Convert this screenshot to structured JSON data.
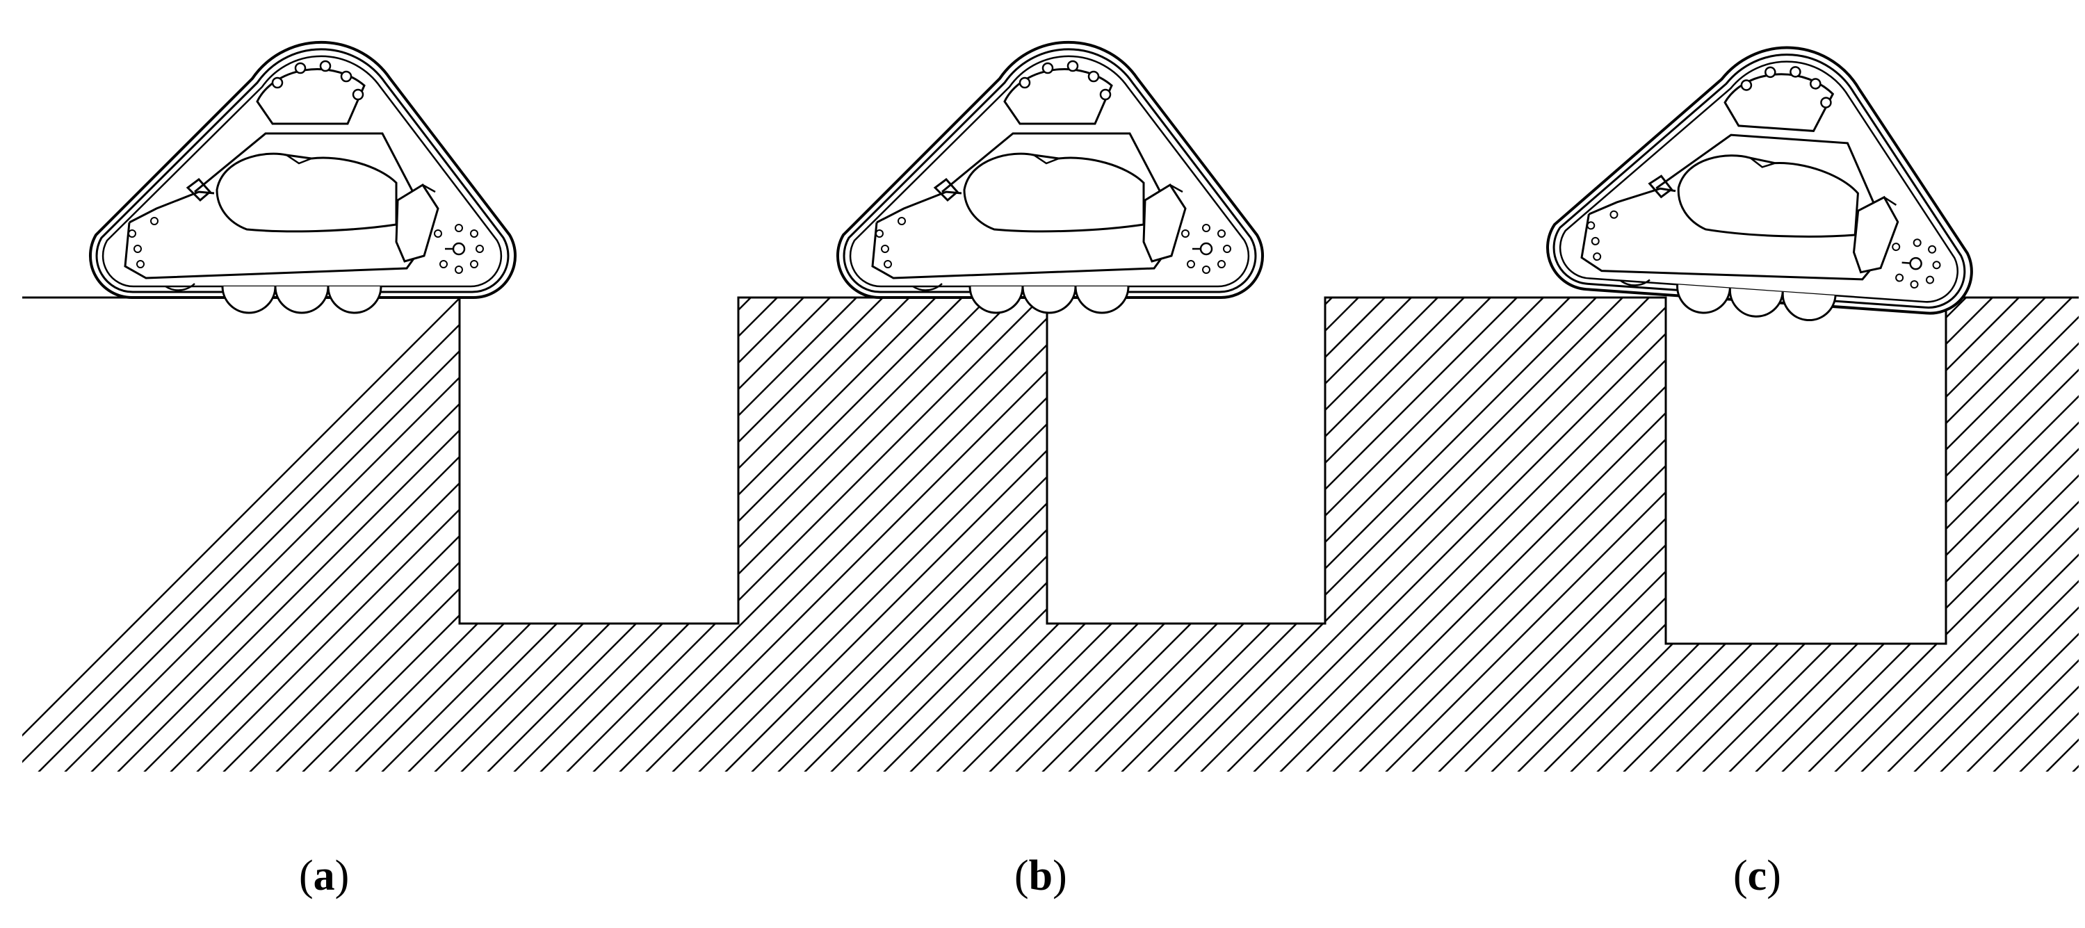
{
  "figure": {
    "panels": [
      {
        "id": "a",
        "label_open": "(",
        "label_letter": "a",
        "label_close": ")"
      },
      {
        "id": "b",
        "label_open": "(",
        "label_letter": "b",
        "label_close": ")"
      },
      {
        "id": "c",
        "label_open": "(",
        "label_letter": "c",
        "label_close": ")"
      }
    ]
  },
  "colors": {
    "line": "#000000",
    "background": "#ffffff"
  }
}
